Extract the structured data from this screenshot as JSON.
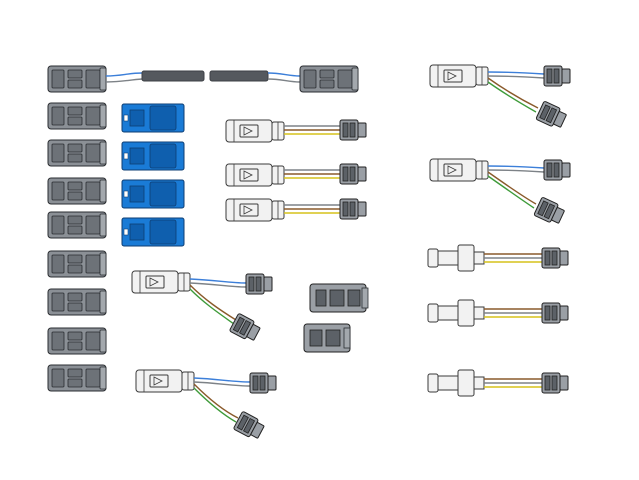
{
  "colors": {
    "connector_gray": "#8b9096",
    "connector_blue": "#1a7bd6",
    "housing_white": "#f2f2f2",
    "cable_black": "#55595e",
    "wire_blue": "#3c7fd9",
    "wire_brown": "#8a5a2b",
    "wire_green": "#3f9b3a",
    "wire_yellow": "#d6c21c",
    "wire_gray": "#7d8287"
  },
  "parts": [
    {
      "kind": "cable-assembly-gray",
      "count": 1
    },
    {
      "kind": "gray-connector",
      "count": 8
    },
    {
      "kind": "blue-connector",
      "count": 4
    },
    {
      "kind": "white-harness-single",
      "count": 3
    },
    {
      "kind": "white-harness-y-split",
      "count": 2
    },
    {
      "kind": "white-harness-y-split-large",
      "count": 2
    },
    {
      "kind": "socket-block",
      "count": 2
    },
    {
      "kind": "white-inline-harness",
      "count": 3
    }
  ]
}
